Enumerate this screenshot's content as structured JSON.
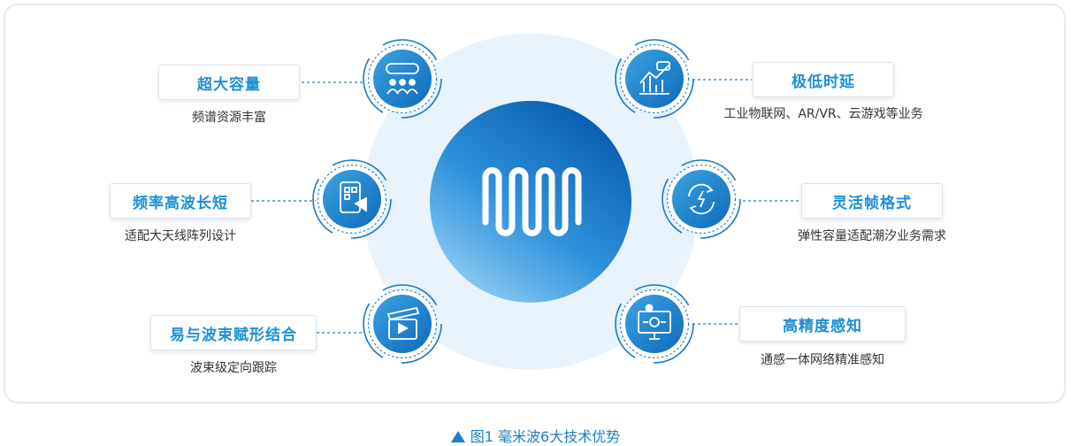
{
  "features": [
    {
      "id": "capacity",
      "title": "超大容量",
      "desc": "频谱资源丰富",
      "icon": "people-network-icon"
    },
    {
      "id": "latency",
      "title": "极低时延",
      "desc": "工业物联网、AR/VR、云游戏等业务",
      "icon": "chart-growth-icon"
    },
    {
      "id": "frequency",
      "title": "频率高波长短",
      "desc": "适配大天线阵列设计",
      "icon": "mobile-scan-icon"
    },
    {
      "id": "frame",
      "title": "灵活帧格式",
      "desc": "弹性容量适配潮汐业务需求",
      "icon": "refresh-bolt-icon"
    },
    {
      "id": "beamforming",
      "title": "易与波束赋形结合",
      "desc": "波束级定向跟踪",
      "icon": "clapperboard-icon"
    },
    {
      "id": "precision",
      "title": "高精度感知",
      "desc": "通感一体网络精准感知",
      "icon": "monitor-sensing-icon"
    }
  ],
  "center_icon": "mmwave-logo-icon",
  "caption": "图1  毫米波6大技术优势",
  "colors": {
    "accent": "#1d8fd6",
    "dark_blue": "#0f66b8",
    "halo": "#e8f3fc",
    "caption": "#1d7ec4"
  }
}
